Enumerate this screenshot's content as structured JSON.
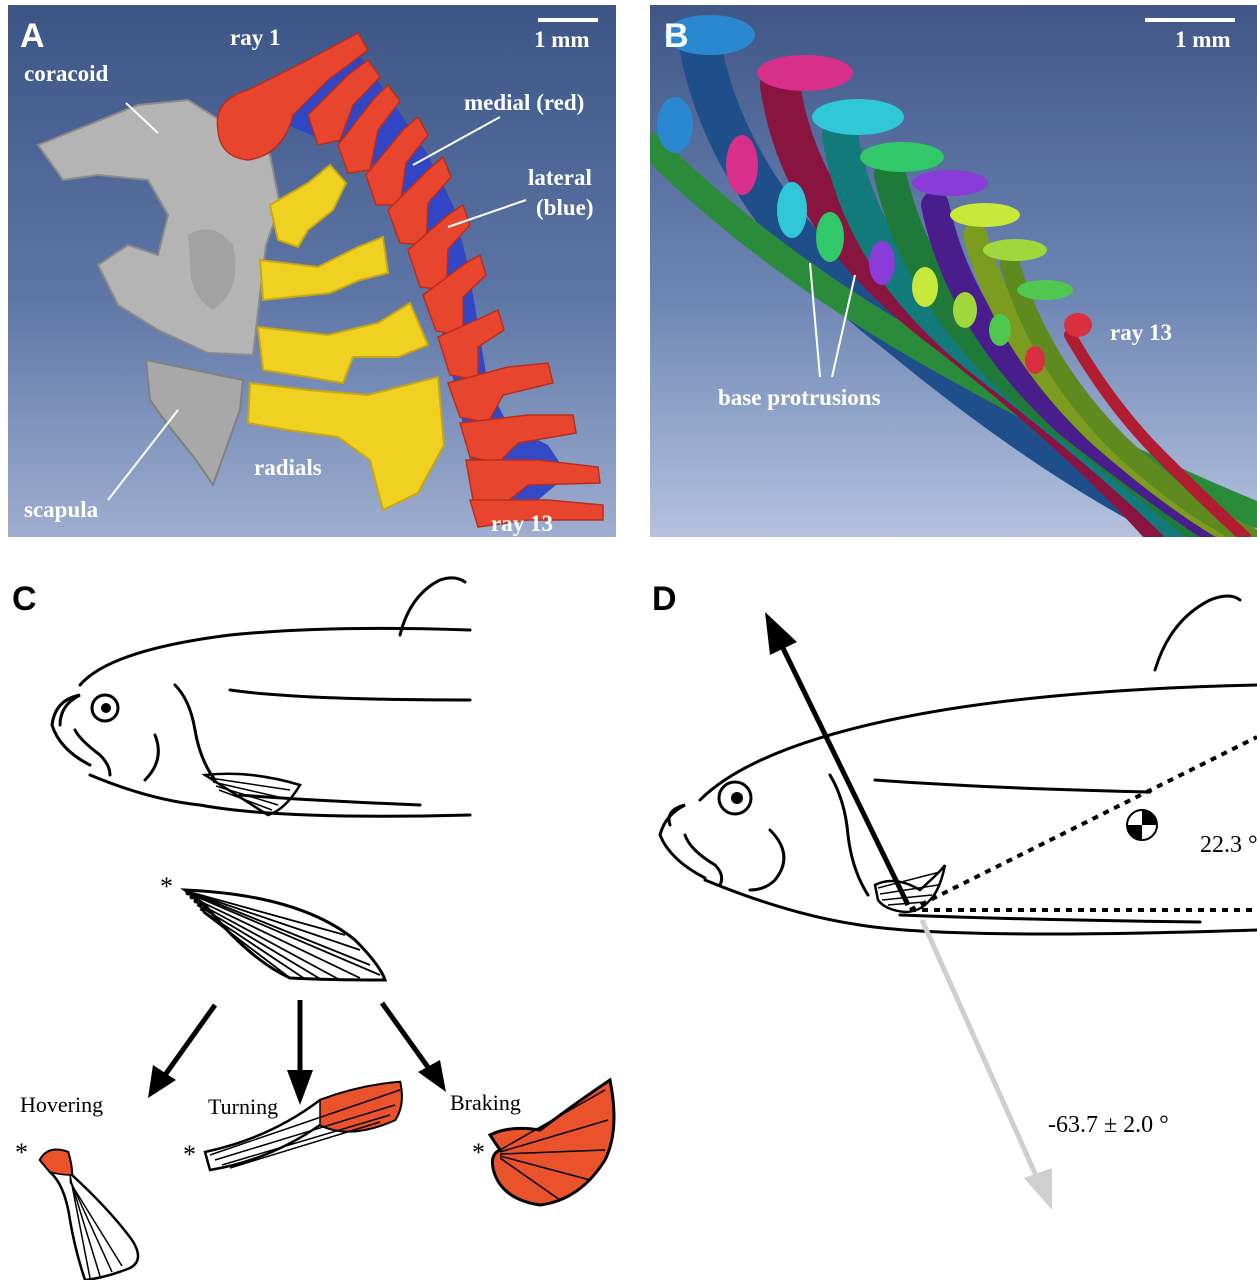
{
  "panel_a": {
    "label": "A",
    "scale_bar": "1 mm",
    "labels": {
      "ray_first": "ray 1",
      "coracoid": "coracoid",
      "medial": "medial (red)",
      "lateral_1": "lateral",
      "lateral_2": "(blue)",
      "radials": "radials",
      "scapula": "scapula",
      "ray_last": "ray 13"
    }
  },
  "panel_b": {
    "label": "B",
    "scale_bar": "1 mm",
    "labels": {
      "ray_last": "ray 13",
      "base_protrusions": "base protrusions"
    }
  },
  "panel_c": {
    "label": "C",
    "modes": [
      "Hovering",
      "Turning",
      "Braking"
    ],
    "marker": "*"
  },
  "panel_d": {
    "label": "D",
    "angle_upper": "22.3 °",
    "angle_lower": "-63.7 ± 2.0 °"
  },
  "colors": {
    "medial_rays": "#e8452f",
    "lateral_rays": "#2f45c8",
    "radials": "#f0d020",
    "bone": "#b8b8b8",
    "active_fin": "#e9522a",
    "force_arrow": "#000000",
    "reaction_arrow": "#cfcfcf"
  }
}
